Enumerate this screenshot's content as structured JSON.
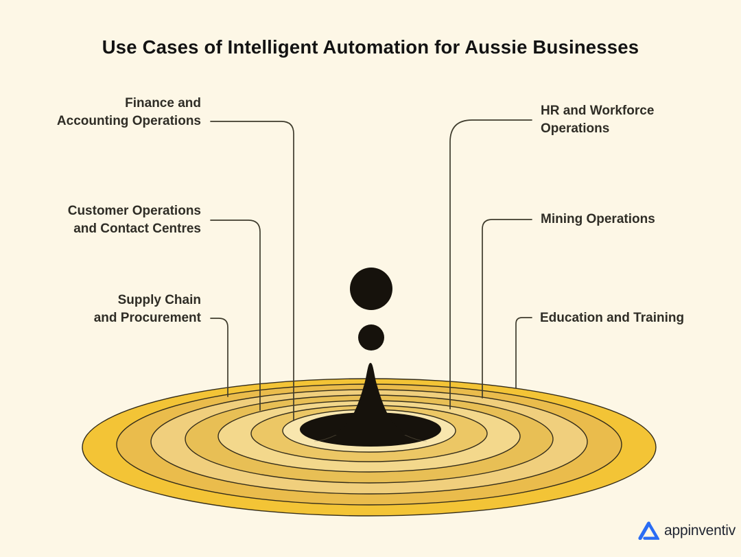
{
  "title": "Use Cases of Intelligent Automation for Aussie Businesses",
  "callouts": [
    {
      "id": "finance",
      "side": "left",
      "lines": [
        "Finance and",
        "Accounting Operations"
      ]
    },
    {
      "id": "customer",
      "side": "left",
      "lines": [
        "Customer Operations",
        "and Contact Centres"
      ]
    },
    {
      "id": "supply",
      "side": "left",
      "lines": [
        "Supply Chain",
        "and Procurement"
      ]
    },
    {
      "id": "hr",
      "side": "right",
      "lines": [
        "HR and Workforce",
        "Operations"
      ]
    },
    {
      "id": "mining",
      "side": "right",
      "lines": [
        "Mining Operations"
      ]
    },
    {
      "id": "education",
      "side": "right",
      "lines": [
        "Education and Training"
      ]
    }
  ],
  "illustration": {
    "description": "water droplet splash with concentric ripple rings",
    "ring_count": 7
  },
  "logo": {
    "brand": "appinventiv",
    "icon": "appinventiv-triangle-icon"
  },
  "colors": {
    "background": "#FDF7E6",
    "title": "#131313",
    "label": "#2F2D26",
    "connector": "#3E3B2C",
    "ink": "#16120C",
    "ring_outline": "#332C1A",
    "icon_color": "#2A6CF4",
    "text_color": "#1E2330",
    "ripple_rings": [
      "#F3C436",
      "#EABC4C",
      "#F0CF7D",
      "#E8BF55",
      "#F3D88C",
      "#ECC765",
      "#F8E6AE"
    ]
  }
}
